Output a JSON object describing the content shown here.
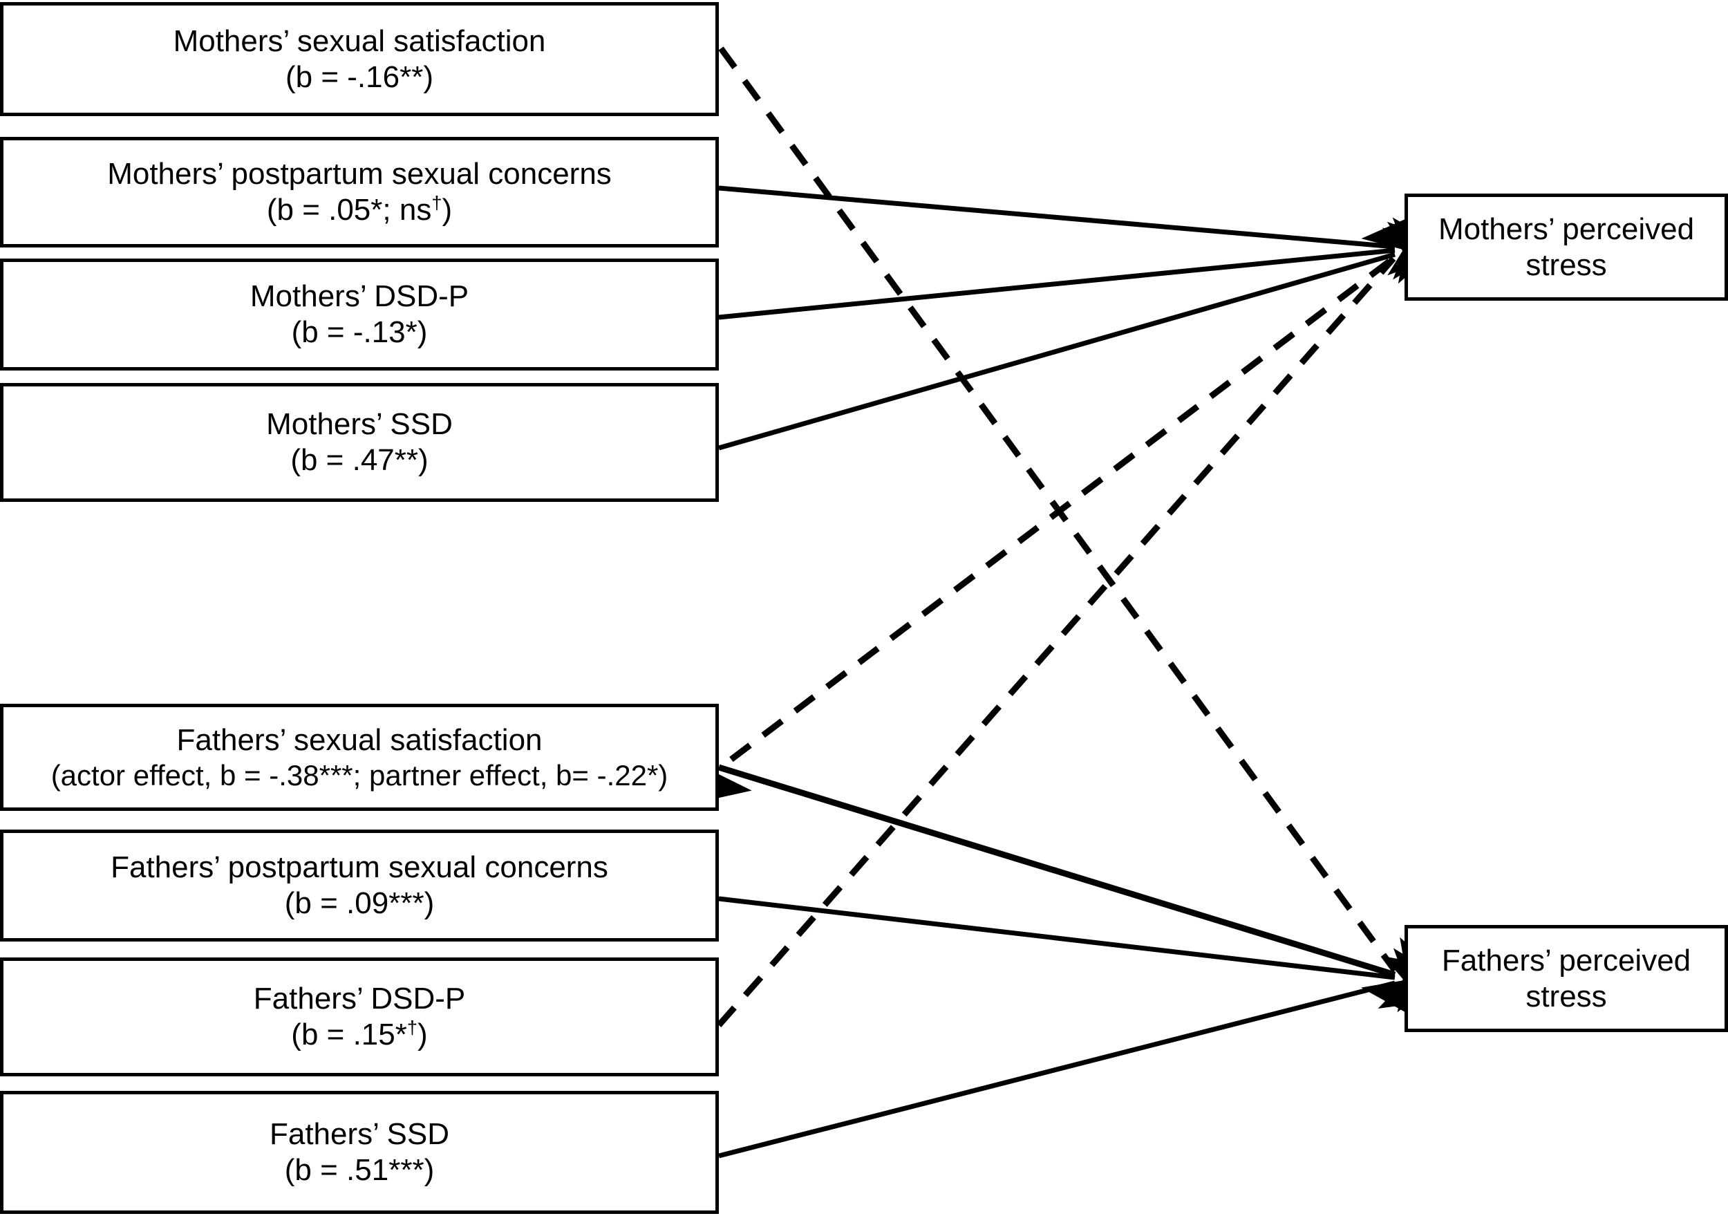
{
  "diagram": {
    "type": "path-model",
    "title": "",
    "left_nodes": [
      {
        "id": "mothers-sexual-satisfaction",
        "line1": "Mothers’ sexual satisfaction",
        "line2": "(b = -.16**)",
        "coefficient": "-.16",
        "significance": "**"
      },
      {
        "id": "mothers-postpartum-sexual-concerns",
        "line1": "Mothers’ postpartum sexual concerns",
        "line2_prefix": "(b = .05*; ns",
        "line2_dagger": "†",
        "line2_suffix": ")",
        "line2": "(b = .05*; ns†)",
        "coefficient": ".05",
        "significance": "*; ns†"
      },
      {
        "id": "mothers-dsd-p",
        "line1": "Mothers’ DSD-P",
        "line2": "(b = -.13*)",
        "coefficient": "-.13",
        "significance": "*"
      },
      {
        "id": "mothers-ssd",
        "line1": "Mothers’ SSD",
        "line2": "(b = .47**)",
        "coefficient": ".47",
        "significance": "**"
      },
      {
        "id": "fathers-sexual-satisfaction",
        "line1": "Fathers’ sexual satisfaction",
        "line2": "(actor effect, b = -.38***; partner effect, b= -.22*)",
        "coefficient_actor": "-.38",
        "significance_actor": "***",
        "coefficient_partner": "-.22",
        "significance_partner": "*"
      },
      {
        "id": "fathers-postpartum-sexual-concerns",
        "line1": "Fathers’ postpartum sexual concerns",
        "line2": "(b = .09***)",
        "coefficient": ".09",
        "significance": "***"
      },
      {
        "id": "fathers-dsd-p",
        "line1": "Fathers’ DSD-P",
        "line2_prefix": "(b = .15*",
        "line2_dagger": "†",
        "line2_suffix": ")",
        "line2": "(b = .15*†)",
        "coefficient": ".15",
        "significance": "*†"
      },
      {
        "id": "fathers-ssd",
        "line1": "Fathers’ SSD",
        "line2": "(b = .51***)",
        "coefficient": ".51",
        "significance": "***"
      }
    ],
    "right_nodes": [
      {
        "id": "mothers-perceived-stress",
        "label": "Mothers’ perceived stress"
      },
      {
        "id": "fathers-perceived-stress",
        "label": "Fathers’ perceived stress"
      }
    ],
    "edges": [
      {
        "from": "mothers-sexual-satisfaction",
        "to": "fathers-perceived-stress",
        "style": "dashed",
        "kind": "partner"
      },
      {
        "from": "mothers-postpartum-sexual-concerns",
        "to": "mothers-perceived-stress",
        "style": "solid",
        "kind": "actor"
      },
      {
        "from": "mothers-dsd-p",
        "to": "mothers-perceived-stress",
        "style": "solid",
        "kind": "actor"
      },
      {
        "from": "mothers-ssd",
        "to": "mothers-perceived-stress",
        "style": "solid",
        "kind": "actor"
      },
      {
        "from": "fathers-sexual-satisfaction",
        "to": "fathers-perceived-stress",
        "style": "solid",
        "kind": "actor"
      },
      {
        "from": "fathers-postpartum-sexual-concerns",
        "to": "fathers-perceived-stress",
        "style": "solid",
        "kind": "actor"
      },
      {
        "from": "fathers-dsd-p",
        "to": "mothers-perceived-stress",
        "style": "dashed",
        "kind": "partner"
      },
      {
        "from": "fathers-ssd",
        "to": "fathers-perceived-stress",
        "style": "solid",
        "kind": "actor"
      },
      {
        "from": "mothers-perceived-stress",
        "to": "fathers-sexual-satisfaction",
        "style": "dashed",
        "kind": "partner"
      },
      {
        "from": "fathers-sexual-satisfaction",
        "to": "mothers-perceived-stress",
        "style": "dashed",
        "kind": "partner"
      }
    ],
    "colors": {
      "stroke": "#000000",
      "fill": "#ffffff",
      "text": "#000000"
    }
  }
}
